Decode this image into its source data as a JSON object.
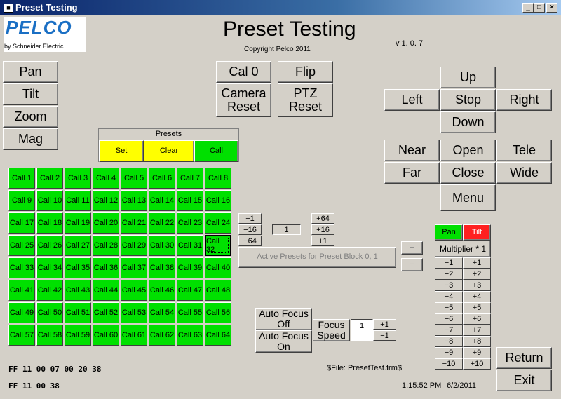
{
  "window": {
    "title": "Preset Testing"
  },
  "header": {
    "logo_text": "PELCO",
    "logo_sub": "by Schneider Electric",
    "title": "Preset Testing",
    "copyright": "Copyright Pelco 2011",
    "version": "v 1. 0. 7"
  },
  "left_buttons": [
    "Pan",
    "Tilt",
    "Zoom",
    "Mag"
  ],
  "top_buttons": {
    "cal0": "Cal 0",
    "flip": "Flip",
    "camera_reset": "Camera Reset",
    "ptz_reset": "PTZ Reset"
  },
  "direction": {
    "up": "Up",
    "left": "Left",
    "stop": "Stop",
    "right": "Right",
    "down": "Down"
  },
  "lens": {
    "near": "Near",
    "open": "Open",
    "tele": "Tele",
    "far": "Far",
    "close": "Close",
    "wide": "Wide",
    "menu": "Menu"
  },
  "presets": {
    "header": "Presets",
    "set": "Set",
    "clear": "Clear",
    "call": "Call"
  },
  "grid": [
    "Call 1",
    "Call 2",
    "Call 3",
    "Call 4",
    "Call 5",
    "Call 6",
    "Call 7",
    "Call 8",
    "Call 9",
    "Call 10",
    "Call 11",
    "Call 12",
    "Call 13",
    "Call 14",
    "Call 15",
    "Call 16",
    "Call 17",
    "Call 18",
    "Call 19",
    "Call 20",
    "Call 21",
    "Call 22",
    "Call 23",
    "Call 24",
    "Call 25",
    "Call 26",
    "Call 27",
    "Call 28",
    "Call 29",
    "Call 30",
    "Call 31",
    "Call 32",
    "Call 33",
    "Call 34",
    "Call 35",
    "Call 36",
    "Call 37",
    "Call 38",
    "Call 39",
    "Call 40",
    "Call 41",
    "Call 42",
    "Call 43",
    "Call 44",
    "Call 45",
    "Call 46",
    "Call 47",
    "Call 48",
    "Call 49",
    "Call 50",
    "Call 51",
    "Call 52",
    "Call 53",
    "Call 54",
    "Call 55",
    "Call 56",
    "Call 57",
    "Call 58",
    "Call 59",
    "Call 60",
    "Call 61",
    "Call 62",
    "Call 63",
    "Call 64"
  ],
  "block": {
    "minus": [
      "−1",
      "−16",
      "−64"
    ],
    "plus": [
      "+64",
      "+16",
      "+1"
    ],
    "value": "1",
    "active_label": "Active Presets for Preset Block 0, 1",
    "inc": "+",
    "dec": "−"
  },
  "focus": {
    "af_off": "Auto Focus Off",
    "af_on": "Auto Focus On",
    "speed_label": "Focus Speed",
    "speed_value": "1",
    "plus": "+1",
    "minus": "−1"
  },
  "multiplier": {
    "pan": "Pan",
    "tilt": "Tilt",
    "label": "Multiplier * 1",
    "minus": [
      "−1",
      "−2",
      "−3",
      "−4",
      "−5",
      "−6",
      "−7",
      "−8",
      "−9",
      "−10"
    ],
    "plus": [
      "+1",
      "+2",
      "+3",
      "+4",
      "+5",
      "+6",
      "+7",
      "+8",
      "+9",
      "+10"
    ]
  },
  "footer": {
    "hex1": "FF  11  00  07  00  20  38",
    "hex2": "FF  11  00  38",
    "file": "$File: PresetTest.frm$",
    "time": "1:15:52 PM",
    "date": "6/2/2011",
    "return": "Return",
    "exit": "Exit"
  },
  "colors": {
    "green": "#00e000",
    "yellow": "#ffff00",
    "red": "#ff2020",
    "face": "#d4d0c8",
    "title_bar": "#0a246a"
  }
}
